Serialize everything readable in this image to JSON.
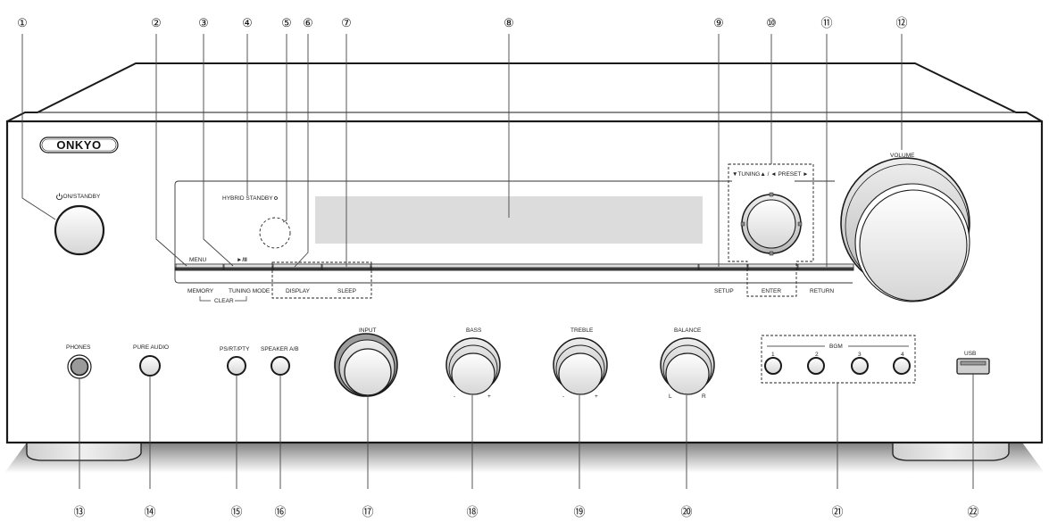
{
  "brand": {
    "logo_text": "ONKYO"
  },
  "colors": {
    "outline": "#1a1a1a",
    "leader": "#444444",
    "display_fill": "#dcdcdc",
    "knob_face": "#f2f2f2",
    "knob_ring": "#bdbdbd",
    "bar_dark": "#4a4a4a",
    "bar_light": "#d8d8d8",
    "foot": "#e0e0e0",
    "shadow": "#7a7a7a"
  },
  "panel_labels": {
    "on_standby": "ON/STANDBY",
    "hybrid_standby": "HYBRID STANDBY",
    "menu": "MENU",
    "play_pause": "►/II",
    "memory": "MEMORY",
    "tuning_mode": "TUNING MODE",
    "clear": "CLEAR",
    "display": "DISPLAY",
    "sleep": "SLEEP",
    "setup": "SETUP",
    "enter": "ENTER",
    "return": "RETURN",
    "tuning_preset": "▼TUNING▲ / ◄ PRESET ►",
    "volume": "VOLUME",
    "phones": "PHONES",
    "pure_audio": "PURE AUDIO",
    "ps_rt_pty": "PS/RT/PTY",
    "speaker_ab": "SPEAKER A/B",
    "input": "INPUT",
    "bass": "BASS",
    "treble": "TREBLE",
    "balance": "BALANCE",
    "minus": "-",
    "plus": "+",
    "left": "L",
    "right": "R",
    "bgm": "BGM",
    "bgm_1": "1",
    "bgm_2": "2",
    "bgm_3": "3",
    "bgm_4": "4",
    "usb": "USB"
  },
  "callouts": {
    "c1": "①",
    "c2": "②",
    "c3": "③",
    "c4": "④",
    "c5": "⑤",
    "c6": "⑥",
    "c7": "⑦",
    "c8": "⑧",
    "c9": "⑨",
    "c10": "⑩",
    "c11": "⑪",
    "c12": "⑫",
    "c13": "⑬",
    "c14": "⑭",
    "c15": "⑮",
    "c16": "⑯",
    "c17": "⑰",
    "c18": "⑱",
    "c19": "⑲",
    "c20": "⑳",
    "c21": "㉑",
    "c22": "㉒"
  }
}
